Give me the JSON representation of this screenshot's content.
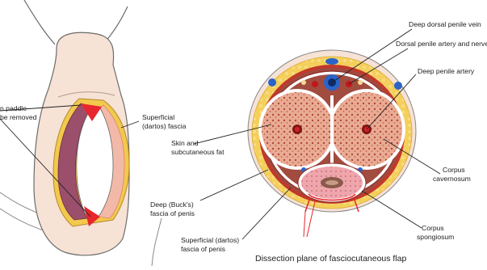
{
  "colors": {
    "skin": "#f7e2d6",
    "fat": "#f2c94c",
    "dartos": "#c0392b",
    "bucks": "#8e2f2a",
    "corpus": "#e6a58e",
    "spongiosum": "#e8a3a8",
    "vein": "#2a64c8",
    "artery": "#c0171c",
    "flap_red": "#e8262d",
    "label_red": "#e8262d"
  },
  "labels": {
    "left_skin_paddle_1": "n paddle",
    "left_skin_paddle_2": "be removed",
    "left_superficial_1": "Superficial",
    "left_superficial_2": "(dartos) fascia",
    "deep_dorsal_vein": "Deep dorsal penile vein",
    "dorsal_artery_nerve": "Dorsal penile artery and nerve",
    "deep_artery": "Deep penile artery",
    "skin_fat_1": "Skin and",
    "skin_fat_2": "subcutaneous fat",
    "cavernosum_1": "Corpus",
    "cavernosum_2": "cavernosum",
    "bucks_1": "Deep (Buck's)",
    "bucks_2": "fascia of penis",
    "spongiosum_1": "Corpus",
    "spongiosum_2": "spongiosum",
    "dartos_1": "Superficial (dartos)",
    "dartos_2": "fascia of penis",
    "dissection_plane": "Dissection plane of fasciocutaneous flap"
  }
}
